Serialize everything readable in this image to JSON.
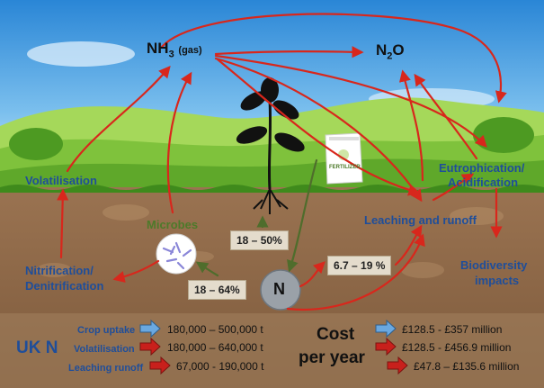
{
  "gases": {
    "nh3_main": "NH",
    "nh3_sub": "3",
    "nh3_suffix": "(gas)",
    "n2o_main": "N",
    "n2o_sub": "2",
    "n2o_suffix": "O"
  },
  "processes": {
    "volatilisation": "Volatilisation",
    "eutrophication_line1": "Eutrophication/",
    "eutrophication_line2": "Acidification",
    "microbes": "Microbes",
    "leaching": "Leaching and runoff",
    "nitrification_line1": "Nitrification/",
    "nitrification_line2": "Denitrification",
    "biodiversity_line1": "Biodiversity",
    "biodiversity_line2": "impacts"
  },
  "fertilizer_label": "FERTILIZER",
  "nitrogen_label": "N",
  "percentages": {
    "plant": "18 – 50%",
    "microbes": "18 – 64%",
    "leaching": "6.7 – 19 %"
  },
  "uk": {
    "title": "UK N",
    "rows": [
      {
        "label": "Crop uptake",
        "arrow_color": "#6aa8e0",
        "amount": "180,000 – 500,000 t"
      },
      {
        "label": "Volatilisation",
        "arrow_color": "#c8201c",
        "amount": "180,000 – 640,000 t"
      },
      {
        "label": "Leaching runoff",
        "arrow_color": "#c8201c",
        "amount": "67,000 - 190,000 t"
      }
    ]
  },
  "cost": {
    "title_line1": "Cost",
    "title_line2": "per year",
    "rows": [
      {
        "arrow_color": "#6aa8e0",
        "amount": "£128.5 - £357 million"
      },
      {
        "arrow_color": "#c8201c",
        "amount": "£128.5 - £456.9 million"
      },
      {
        "arrow_color": "#c8201c",
        "amount": "£47.8 – £135.6 million"
      }
    ]
  },
  "colors": {
    "red_arrow": "#d8271c",
    "green_arrow": "#4f6d2c",
    "sky": "#2f8fd8",
    "soil": "#8e6a48",
    "title_blue": "#1f4e9a"
  }
}
